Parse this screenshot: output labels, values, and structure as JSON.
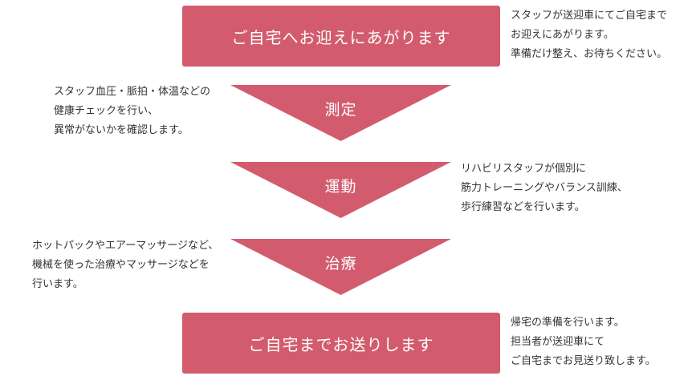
{
  "pickup": {
    "title": "ご自宅へお迎えにあがります",
    "note": [
      "スタッフが送迎車にてご自宅まで",
      "お迎えにあがります。",
      "準備だけ整え、お待ちください。"
    ]
  },
  "steps": [
    {
      "label": "測定",
      "note": [
        "スタッフ血圧・脈拍・体温などの",
        "健康チェックを行い、",
        "異常がないかを確認します。"
      ]
    },
    {
      "label": "運動",
      "note": [
        "リハビリスタッフが個別に",
        "筋力トレーニングやバランス訓練、",
        "歩行練習などを行います。"
      ]
    },
    {
      "label": "治療",
      "note": [
        "ホットパックやエアーマッサージなど、",
        "機械を使った治療やマッサージなどを",
        "行います。"
      ]
    }
  ],
  "dropoff": {
    "title": "ご自宅までお送りします",
    "note": [
      "帰宅の準備を行います。",
      "担当者が送迎車にて",
      "ご自宅までお見送り致します。"
    ]
  },
  "colors": {
    "accent": "#d25c6d",
    "text": "#333333"
  }
}
